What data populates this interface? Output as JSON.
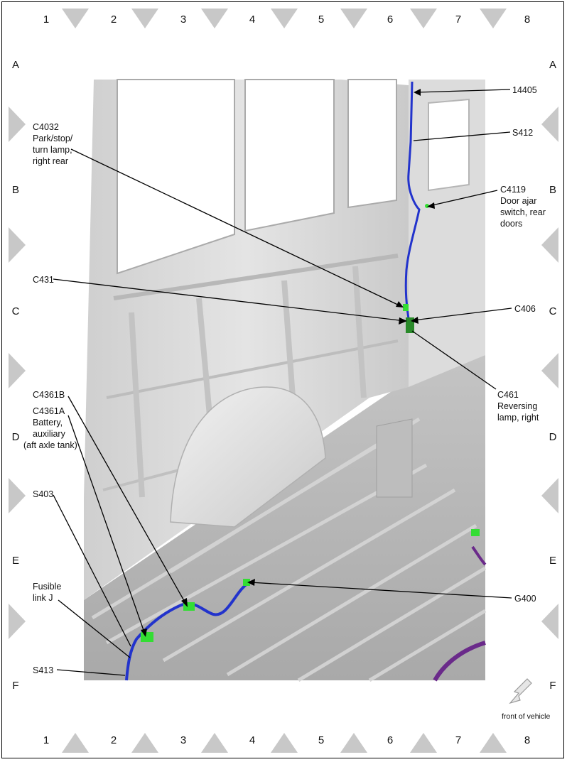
{
  "grid": {
    "columns": [
      "1",
      "2",
      "3",
      "4",
      "5",
      "6",
      "7",
      "8"
    ],
    "rows": [
      "A",
      "B",
      "C",
      "D",
      "E",
      "F"
    ]
  },
  "labels": {
    "c14405": "14405",
    "s412": "S412",
    "c4032_1": "C4032",
    "c4032_2": "Park/stop/",
    "c4032_3": "turn lamp,",
    "c4032_4": "right rear",
    "c4119_1": "C4119",
    "c4119_2": "Door ajar",
    "c4119_3": "switch, rear",
    "c4119_4": "doors",
    "c431": "C431",
    "c406": "C406",
    "c461_1": "C461",
    "c461_2": "Reversing",
    "c461_3": "lamp, right",
    "c4361b": "C4361B",
    "c4361a_1": "C4361A",
    "c4361a_2": "Battery,",
    "c4361a_3": "auxiliary",
    "c4361a_4": "(aft axle tank)",
    "s403": "S403",
    "fusible_1": "Fusible",
    "fusible_2": "link J",
    "g400": "G400",
    "s413": "S413",
    "front": "front of vehicle"
  },
  "colors": {
    "harness_blue": "#2233cc",
    "connector_green": "#33dd33",
    "harness_purple": "#6a2a8a",
    "body_gray": "#d9d9d9"
  },
  "icons": {
    "front_arrow": "arrow-down-left-icon"
  }
}
